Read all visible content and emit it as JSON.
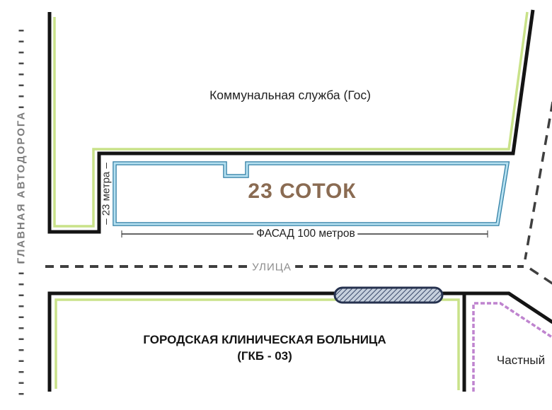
{
  "map": {
    "highway_label": "ГЛАВНАЯ АВТОДОРОГА",
    "street_label": "УЛИЦА",
    "communal_area": {
      "name": "Коммунальная служба (Гос)"
    },
    "plot": {
      "area_label": "23 СОТОК",
      "area_sotok": 23,
      "depth_label": "– 23 метра –",
      "depth_meters": 23,
      "facade_label": "ФАСАД 100 метров",
      "facade_meters": 100
    },
    "hospital": {
      "name_line1": "ГОРОДСКАЯ КЛИНИЧЕСКАЯ БОЛЬНИЦА",
      "name_line2": "(ГКБ - 03)"
    },
    "private_area": {
      "name": "Частный"
    }
  },
  "colors": {
    "boundary_black": "#141414",
    "boundary_green": "#c9e289",
    "plot_border_outer": "#2e7da3",
    "plot_border_inner": "#b5e0f0",
    "private_purple": "#bf84cf",
    "gate_navy": "#26324f",
    "gate_fill": "#c6d0dd",
    "area_text_brown": "#8a6b52",
    "street_gray": "#8c8c8c",
    "highway_gray": "#7d7d7d",
    "dash_gray": "#3f3f3f"
  }
}
